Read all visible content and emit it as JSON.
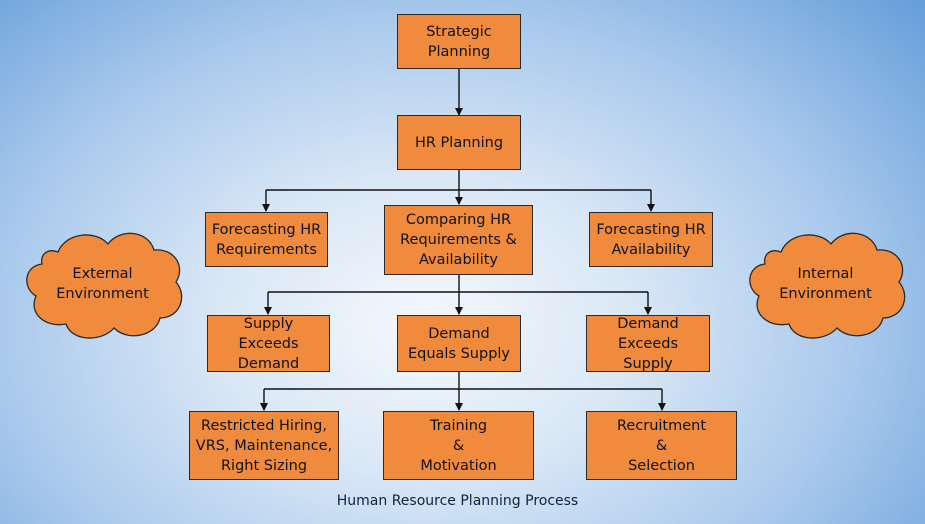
{
  "diagram": {
    "nodes": {
      "strategic": "Strategic\nPlanning",
      "hr_planning": "HR Planning",
      "forecast_req": "Forecasting HR\nRequirements",
      "comparing": "Comparing HR\nRequirements &\nAvailability",
      "forecast_avail": "Forecasting HR\nAvailability",
      "supply_exceeds": "Supply Exceeds\nDemand",
      "demand_equals": "Demand\nEquals Supply",
      "demand_exceeds": "Demand\nExceeds Supply",
      "restricted": "Restricted Hiring,\nVRS, Maintenance,\nRight Sizing",
      "training": "Training\n&\nMotivation",
      "recruitment": "Recruitment\n&\nSelection"
    },
    "clouds": {
      "external": "External\nEnvironment",
      "internal": "Internal\nEnvironment"
    },
    "caption": "Human Resource Planning Process"
  },
  "colors": {
    "node_fill": "#f08a3c",
    "border": "#2a2a2a",
    "connector": "#111111"
  }
}
